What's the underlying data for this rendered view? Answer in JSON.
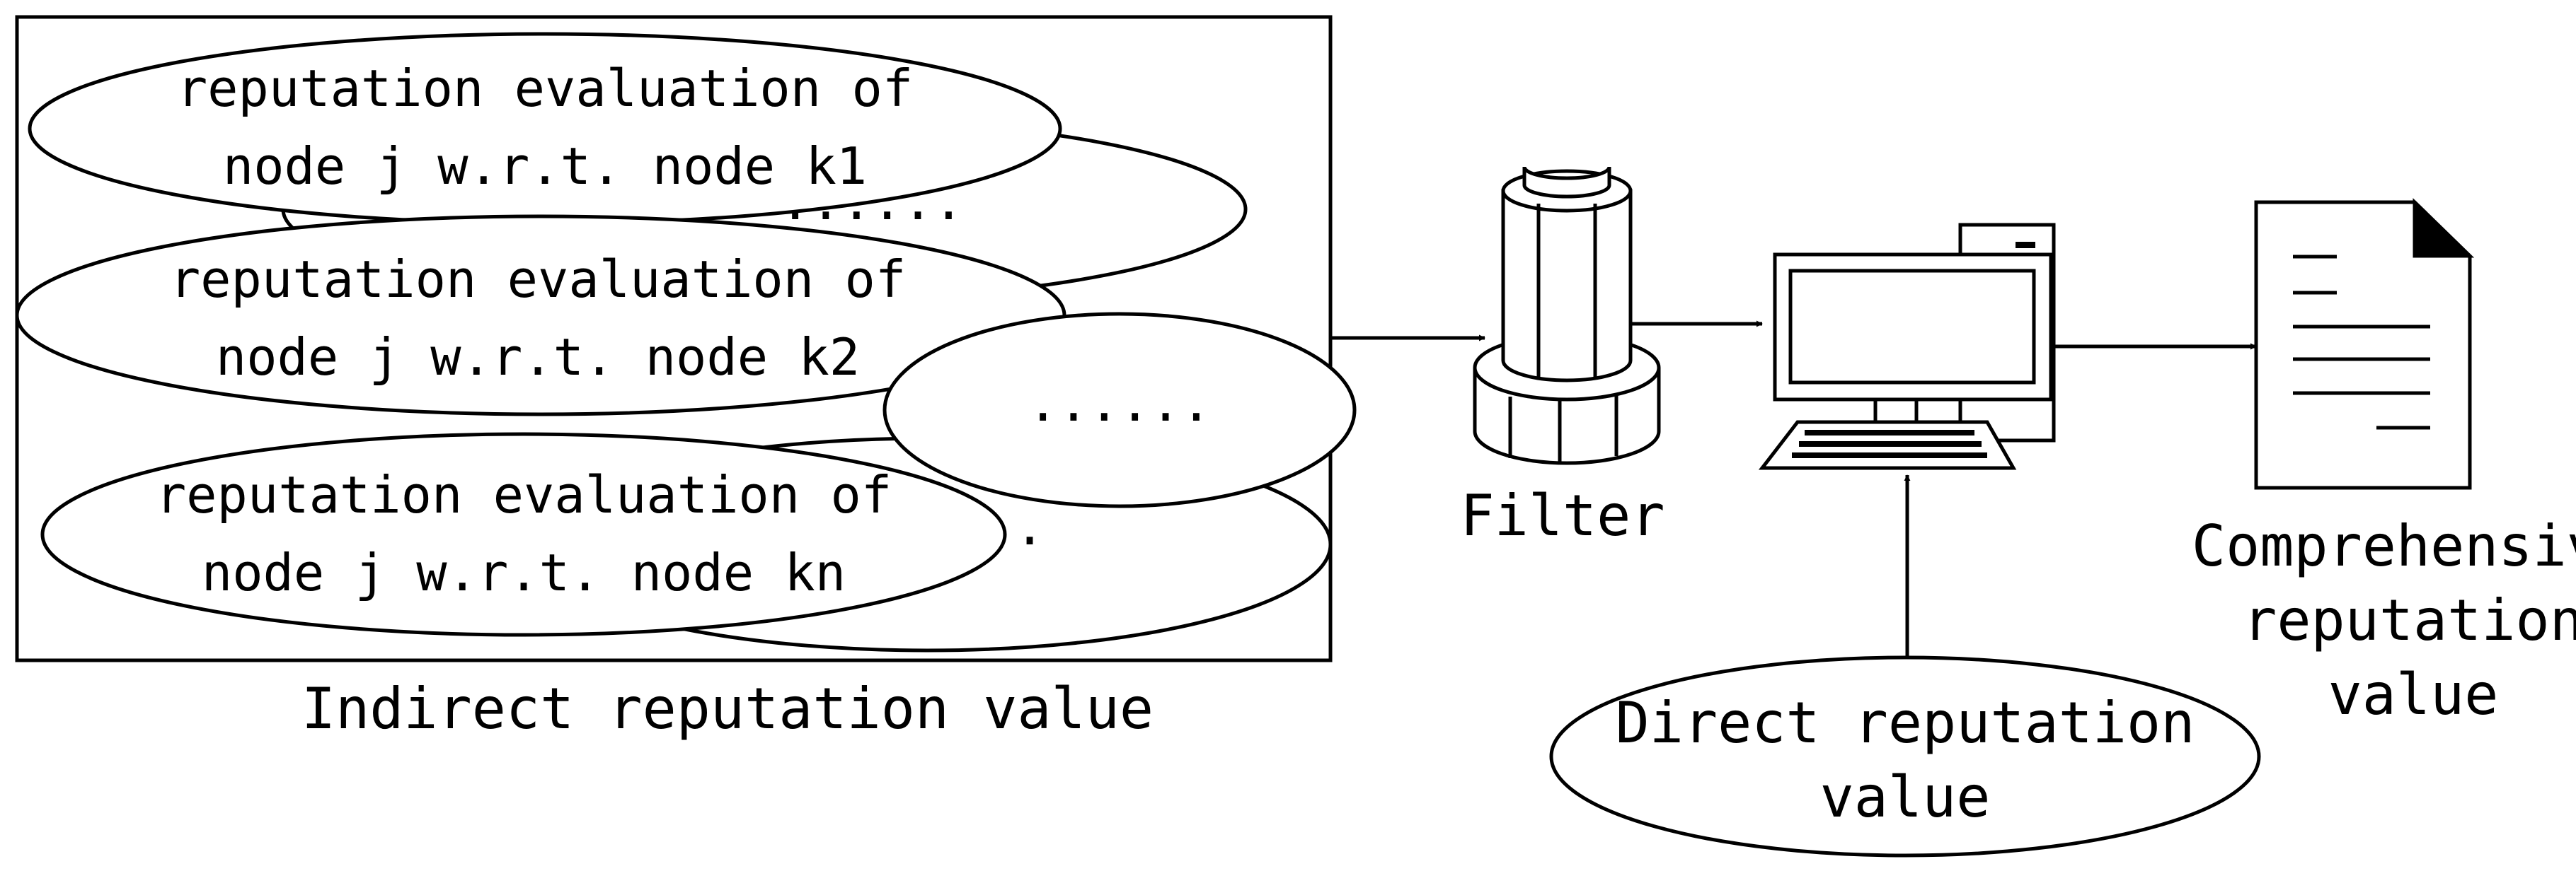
{
  "evaluations": [
    {
      "line1": "reputation evaluation of",
      "line2": "node j w.r.t. node k1"
    },
    {
      "line1": "reputation evaluation of",
      "line2": "node j w.r.t. node k2"
    },
    {
      "line1": "reputation evaluation of",
      "line2": "node j w.r.t. node kn"
    }
  ],
  "ellipsis_behind": "......",
  "ellipsis_front": "......",
  "ellipsis_dot": ".",
  "indirect_label": "Indirect reputation value",
  "filter_label": "Filter",
  "direct": {
    "line1": "Direct reputation",
    "line2": "value"
  },
  "output": {
    "line1": "Comprehensive",
    "line2": "reputation",
    "line3": "value"
  },
  "icons": {
    "filter": "filter-cylinder-icon",
    "computer": "desktop-computer-icon",
    "document": "document-icon"
  }
}
